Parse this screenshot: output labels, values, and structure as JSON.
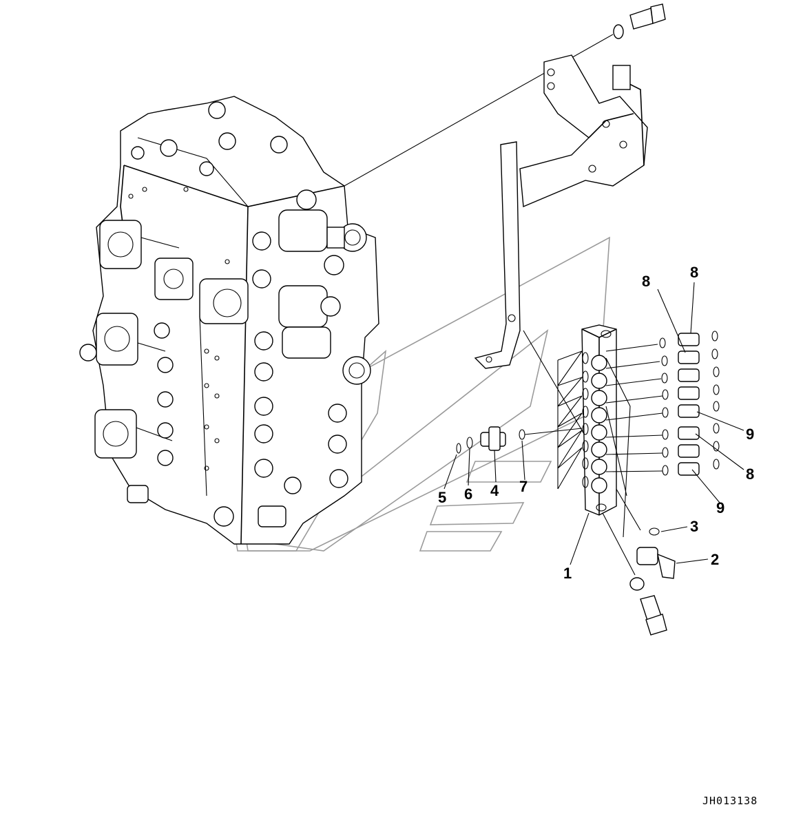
{
  "callouts": {
    "c1": "1",
    "c2": "2",
    "c3": "3",
    "c4": "4",
    "c5": "5",
    "c6": "6",
    "c7": "7",
    "c8a": "8",
    "c8b": "8",
    "c8c": "8",
    "c9a": "9",
    "c9b": "9"
  },
  "drawing_code": "JH013138"
}
